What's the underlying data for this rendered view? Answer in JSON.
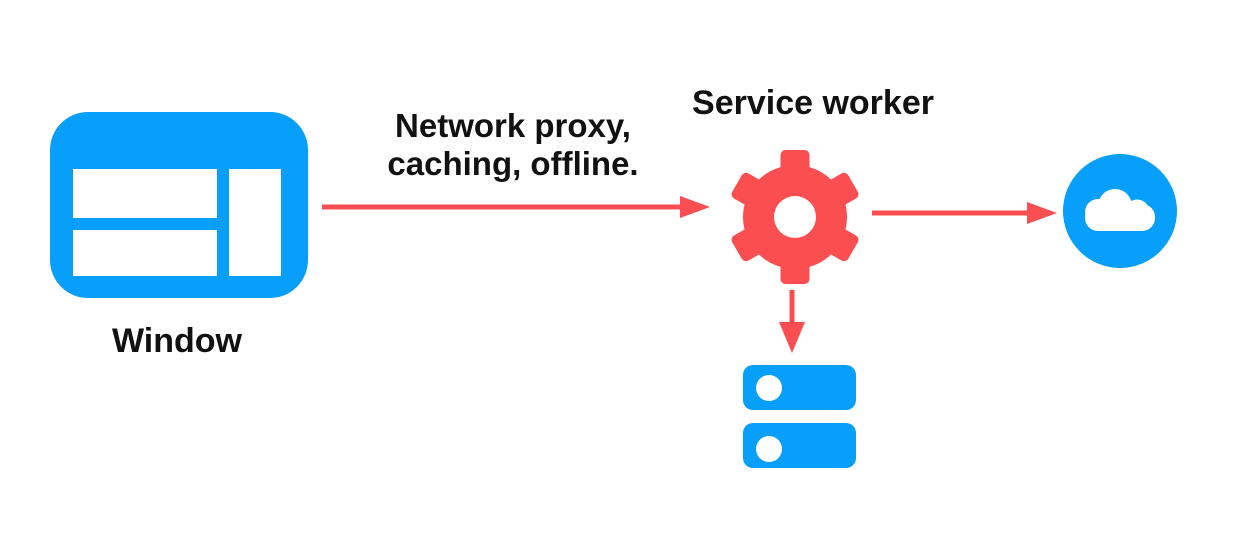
{
  "nodes": {
    "window": {
      "label": "Window"
    },
    "service_worker": {
      "label": "Service worker"
    }
  },
  "edges": {
    "window_to_service_worker": {
      "label": [
        "Network proxy,",
        "caching, offline."
      ]
    }
  },
  "colors": {
    "blue": "#079FF9",
    "red": "#FB4E50",
    "text": "#111111",
    "canvas_background": "#FFFFFF"
  }
}
